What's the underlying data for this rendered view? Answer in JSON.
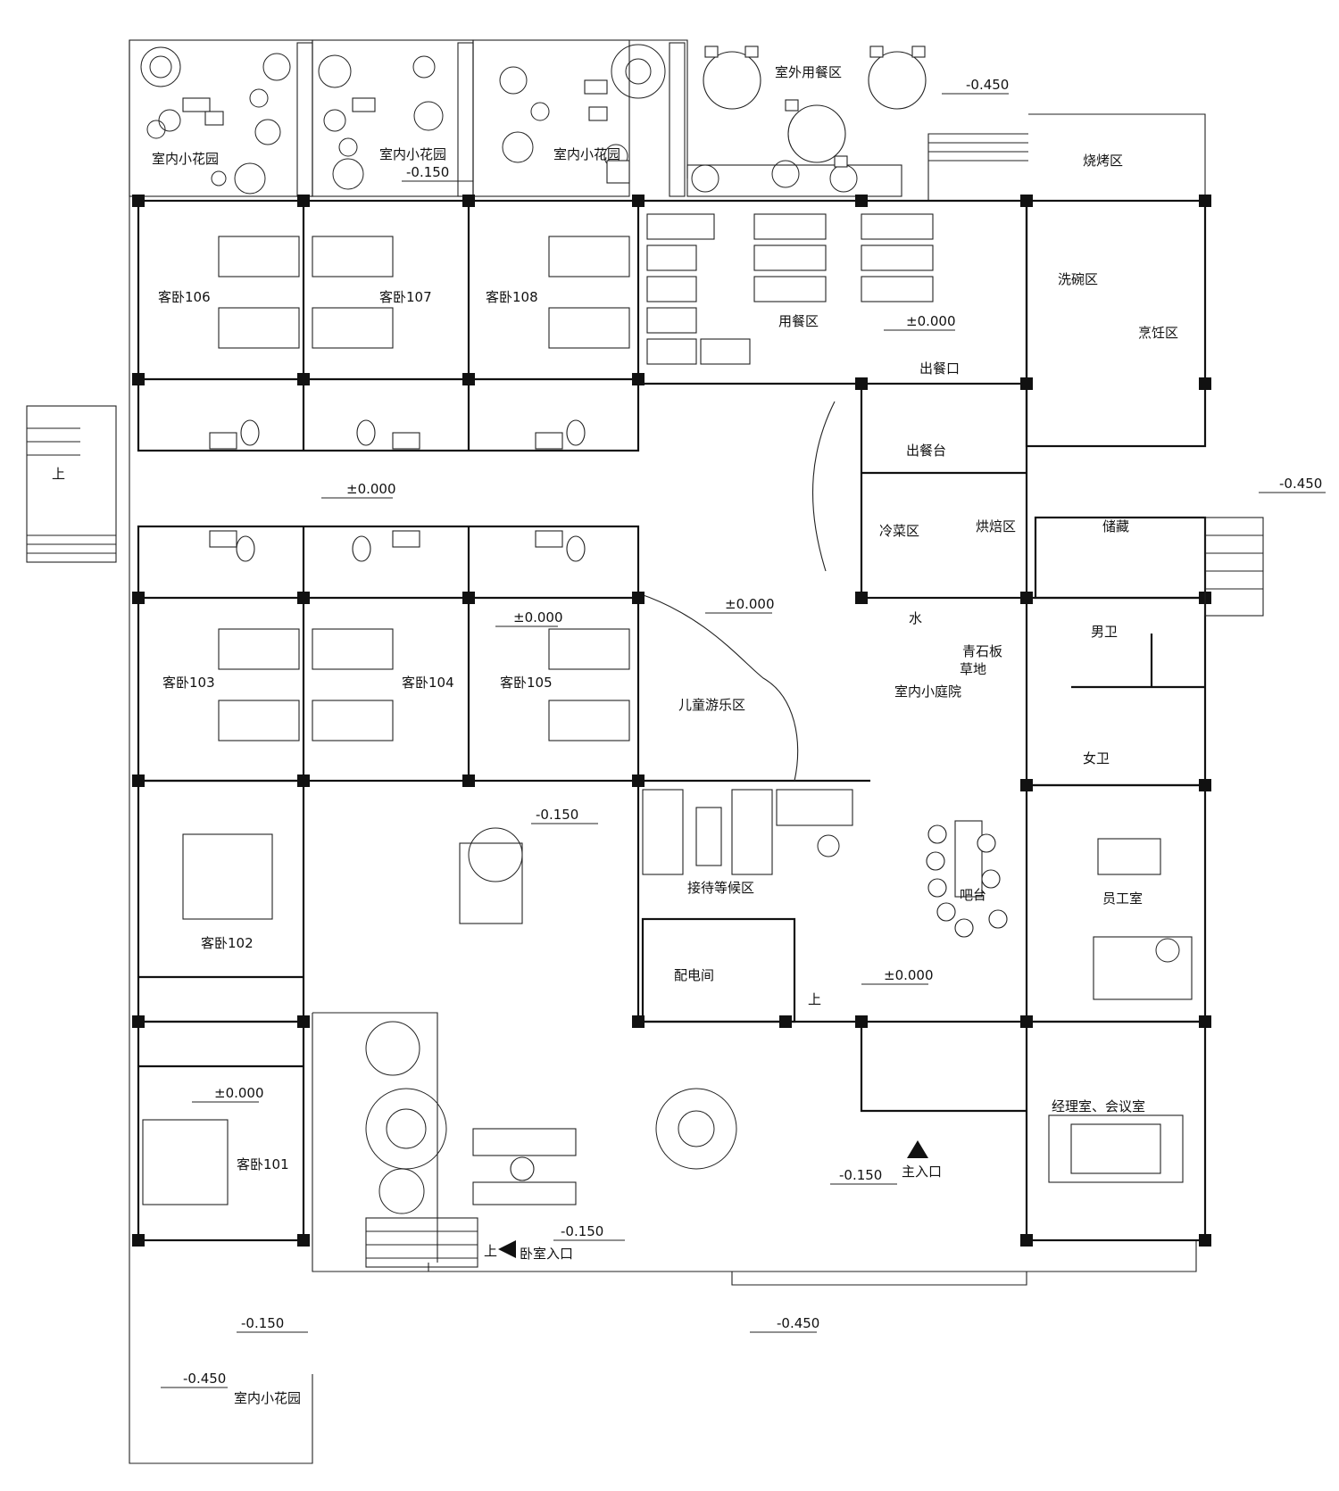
{
  "floor_plan": {
    "room_labels": {
      "garden_top_1": "室内小花园",
      "garden_top_2": "室内小花园",
      "garden_top_3": "室内小花园",
      "outdoor_dining": "室外用餐区",
      "bbq": "烧烤区",
      "room_106": "客卧106",
      "room_107": "客卧107",
      "room_108": "客卧108",
      "dining": "用餐区",
      "serving_window": "出餐口",
      "serving_counter": "出餐台",
      "wash_area": "洗碗区",
      "cooking_area": "烹饪区",
      "cold_dish": "冷菜区",
      "baking": "烘焙区",
      "storage": "储藏",
      "room_103": "客卧103",
      "room_104": "客卧104",
      "room_105": "客卧105",
      "kids_play": "儿童游乐区",
      "courtyard": "室内小庭院",
      "lawn": "草地",
      "slate": "青石板",
      "water": "水",
      "mens_wc": "男卫",
      "womens_wc": "女卫",
      "reception": "接待等候区",
      "bar": "吧台",
      "staff_room": "员工室",
      "room_102": "客卧102",
      "power_room": "配电间",
      "room_101": "客卧101",
      "manager_room": "经理室、会议室",
      "main_entrance": "主入口",
      "bedroom_entrance": "卧室入口",
      "garden_bottom": "室内小花园",
      "up_left": "上",
      "up_power": "上",
      "up_bedroom": "上"
    },
    "elevation_labels": {
      "e_outdoor": "-0.450",
      "e_garden_top": "-0.150",
      "e_corridor": "±0.000",
      "e_dining": "±0.000",
      "e_right": "-0.450",
      "e_room105": "±0.000",
      "e_kids": "±0.000",
      "e_yard": "-0.150",
      "e_lobby": "±0.000",
      "e_room101": "±0.000",
      "e_entrance": "-0.150",
      "e_bedroom_entry": "-0.150",
      "e_bottom_left": "-0.150",
      "e_bottom": "-0.450",
      "e_garden_bottom": "-0.450"
    }
  }
}
